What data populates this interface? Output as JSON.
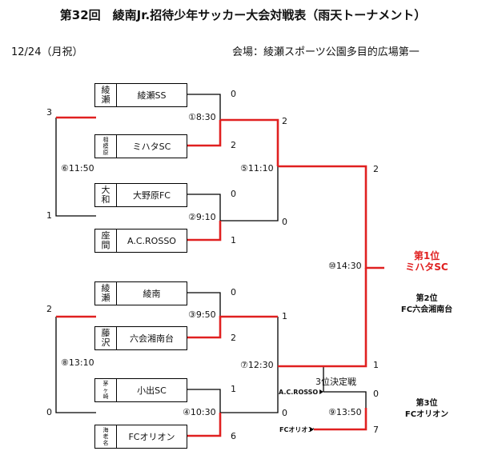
{
  "title": "第32回　綾南Jr.招待少年サッカー大会対戦表（雨天トーナメント）",
  "date": "12/24（月祝）",
  "venue": "会場：綾瀬スポーツ公園多目的広場第一",
  "teams": [
    {
      "pref": [
        "綾",
        "瀬"
      ],
      "name": "綾瀬SS"
    },
    {
      "pref": [
        "相",
        "模",
        "原"
      ],
      "name": "ミハタSC"
    },
    {
      "pref": [
        "大",
        "和"
      ],
      "name": "大野原FC"
    },
    {
      "pref": [
        "座",
        "間"
      ],
      "name": "A.C.ROSSO"
    },
    {
      "pref": [
        "綾",
        "瀬"
      ],
      "name": "綾南"
    },
    {
      "pref": [
        "藤",
        "沢"
      ],
      "name": "六会湘南台"
    },
    {
      "pref": [
        "茅",
        "ヶ",
        "崎"
      ],
      "name": "小出SC"
    },
    {
      "pref": [
        "海",
        "老",
        "名"
      ],
      "name": "FCオリオン"
    }
  ],
  "matches": {
    "m1": "①8:30",
    "m2": "②9:10",
    "m3": "③9:50",
    "m4": "④10:30",
    "m5": "⑤11:10",
    "m6": "⑥11:50",
    "m7": "⑦12:30",
    "m8": "⑧13:10",
    "m9": "⑨13:50",
    "m10": "⑩14:30"
  },
  "scores": {
    "s1a": "0",
    "s1b": "2",
    "s2a": "0",
    "s2b": "1",
    "s3a": "0",
    "s3b": "2",
    "s4a": "1",
    "s4b": "6",
    "s5a": "2",
    "s5b": "0",
    "s7a": "1",
    "s7b": "0",
    "s10a": "2",
    "s10b": "1",
    "s6a": "3",
    "s6b": "1",
    "s8a": "2",
    "s8b": "0",
    "s9a": "0",
    "s9b": "7"
  },
  "third_place": {
    "title": "3位決定戦",
    "team_a": "A.C.ROSSO",
    "team_b": "FCオリオン"
  },
  "results": {
    "first_label": "第1位",
    "first_team": "ミハタSC",
    "second_label": "第2位",
    "second_team": "FC六会湘南台",
    "third_label": "第3位",
    "third_team": "FCオリオン"
  },
  "colors": {
    "winner": "#e02020",
    "line": "#000000"
  }
}
